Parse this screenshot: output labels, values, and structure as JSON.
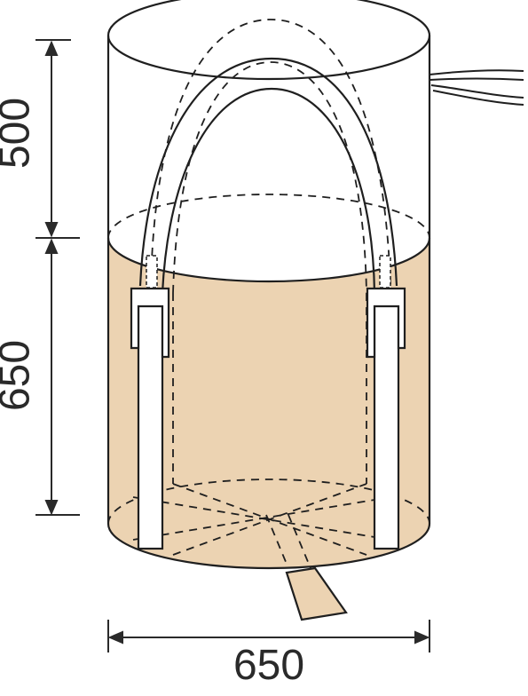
{
  "dimensions": {
    "top_height": "500",
    "body_height": "650",
    "width": "650"
  },
  "colors": {
    "fill": "#ecd3b2",
    "line": "#1f1f1f",
    "dim_line": "#2a2a2a",
    "background": "#ffffff"
  }
}
